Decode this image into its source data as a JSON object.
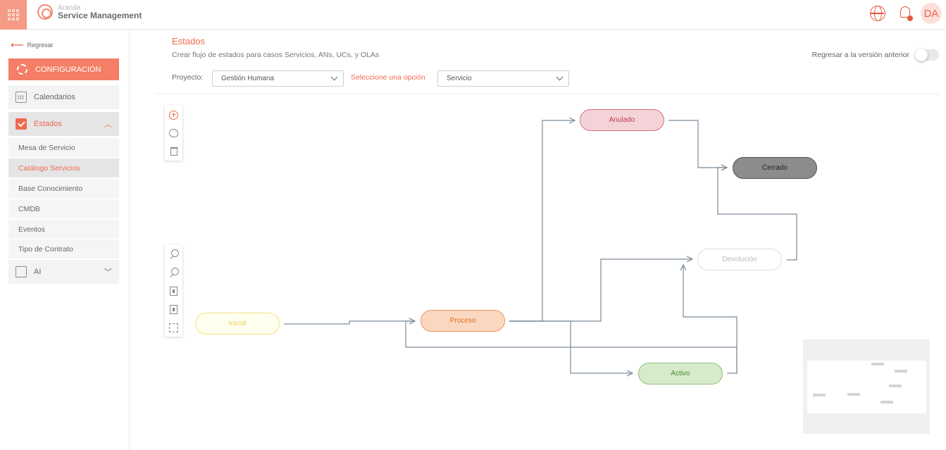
{
  "brand": {
    "top": "Aranda",
    "bottom": "Service Management"
  },
  "header": {
    "avatar_initials": "DA"
  },
  "sidebar": {
    "back_label": "Regresar",
    "config_label": "CONFIGURACIÓN",
    "items": [
      {
        "label": "Calendarios",
        "icon": "calendar-icon"
      },
      {
        "label": "Estados",
        "icon": "clipboard-check-icon",
        "expanded": true
      },
      {
        "label": "AI",
        "icon": "ai-icon",
        "expanded": false
      }
    ],
    "subitems": [
      {
        "label": "Mesa de Servicio"
      },
      {
        "label": "Catálogo Servicios",
        "active": true
      },
      {
        "label": "Base Conocimiento"
      },
      {
        "label": "CMDB"
      },
      {
        "label": "Eventos"
      },
      {
        "label": "Tipo de Contrato"
      }
    ]
  },
  "page": {
    "title": "Estados",
    "subtitle": "Crear flujo de estados para casos Servicios, ANs, UCs, y OLAs",
    "toggle_label": "Regresar a la versión anterior",
    "toggle_on": false
  },
  "filters": {
    "project_label": "Proyecto:",
    "project_value": "Gestión Humana",
    "option_label": "Seleccione una opción",
    "option_value": "Servicio"
  },
  "flow": {
    "nodes": [
      {
        "id": "anulado",
        "label": "Anulado",
        "color": "#f3d3d8"
      },
      {
        "id": "cerrado",
        "label": "Cerrado",
        "color": "#8c8c8c"
      },
      {
        "id": "devolucion",
        "label": "Devolución",
        "color": "#ffffff"
      },
      {
        "id": "inicial",
        "label": "Inicial",
        "color": "#fffff0"
      },
      {
        "id": "proceso",
        "label": "Proceso",
        "color": "#fbd7bf"
      },
      {
        "id": "activo",
        "label": "Activo",
        "color": "#d6ebcc"
      }
    ]
  },
  "colors": {
    "accent": "#f06a4f",
    "accent_light": "#f59a84",
    "edge": "#7a8a99"
  }
}
